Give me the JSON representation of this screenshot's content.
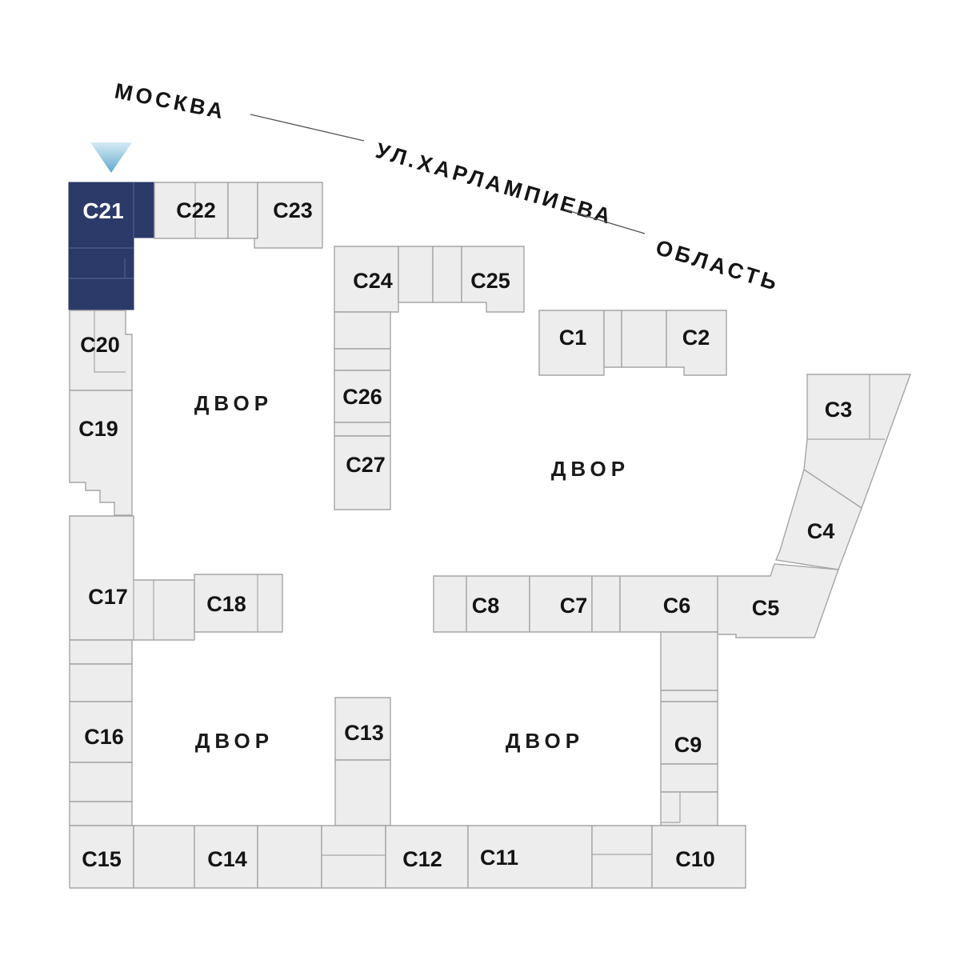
{
  "street": {
    "city": "МОСКВА",
    "street": "УЛ.ХАРЛАМПИЕВА",
    "region": "ОБЛАСТЬ"
  },
  "courtyards": [
    {
      "label": "ДВОР"
    },
    {
      "label": "ДВОР"
    },
    {
      "label": "ДВОР"
    },
    {
      "label": "ДВОР"
    }
  ],
  "buildings": [
    {
      "id": "C1",
      "label": "С1"
    },
    {
      "id": "C2",
      "label": "С2"
    },
    {
      "id": "C3",
      "label": "С3"
    },
    {
      "id": "C4",
      "label": "С4"
    },
    {
      "id": "C5",
      "label": "С5"
    },
    {
      "id": "C6",
      "label": "С6"
    },
    {
      "id": "C7",
      "label": "С7"
    },
    {
      "id": "C8",
      "label": "С8"
    },
    {
      "id": "C9",
      "label": "С9"
    },
    {
      "id": "C10",
      "label": "С10"
    },
    {
      "id": "C11",
      "label": "С11"
    },
    {
      "id": "C12",
      "label": "С12"
    },
    {
      "id": "C13",
      "label": "С13"
    },
    {
      "id": "C14",
      "label": "С14"
    },
    {
      "id": "C15",
      "label": "С15"
    },
    {
      "id": "C16",
      "label": "С16"
    },
    {
      "id": "C17",
      "label": "С17"
    },
    {
      "id": "C18",
      "label": "С18"
    },
    {
      "id": "C19",
      "label": "С19"
    },
    {
      "id": "C20",
      "label": "С20"
    },
    {
      "id": "C21",
      "label": "С21",
      "selected": true
    },
    {
      "id": "C22",
      "label": "С22"
    },
    {
      "id": "C23",
      "label": "С23"
    },
    {
      "id": "C24",
      "label": "С24"
    },
    {
      "id": "C25",
      "label": "С25"
    },
    {
      "id": "C26",
      "label": "С26"
    },
    {
      "id": "C27",
      "label": "С27"
    }
  ],
  "selected_building": "С21",
  "marker": {
    "target": "С21"
  },
  "colors": {
    "background": "#ffffff",
    "building_fill": "#ededed",
    "building_stroke": "#a6a6a6",
    "selected_fill": "#2b3a68",
    "selected_divider": "#4a5a86",
    "selected_label": "#ffffff",
    "label_color": "#141414",
    "street_text": "#151515",
    "street_line": "#555555",
    "marker_gradient_top": "#d6ebf5",
    "marker_gradient_bottom": "#61a9cd"
  }
}
